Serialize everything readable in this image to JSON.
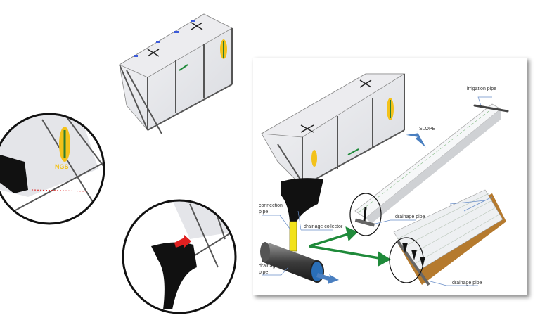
{
  "labels": {
    "irrigation_pipe": "irrigation pipe",
    "slope": "SLOPE",
    "connection_pipe_1": "connection",
    "connection_pipe_2": "pipe",
    "drainage_collector": "drainage collector",
    "drainage_pipe_upper": "drainage pipe",
    "drainage_pipe_main_1": "drainage",
    "drainage_pipe_main_2": "pipe",
    "drainage_pipe_lower": "drainage pipe"
  },
  "logo_text": "NGS",
  "colors": {
    "flow_arrow": "#4a7fc0",
    "pointer_arrow": "#1f8a3a",
    "connector": "#f2e21a",
    "logo_yellow": "#f3c21a",
    "logo_green": "#2f7d2f",
    "push_arrow": "#e02020",
    "soil": "#b57a2e"
  }
}
